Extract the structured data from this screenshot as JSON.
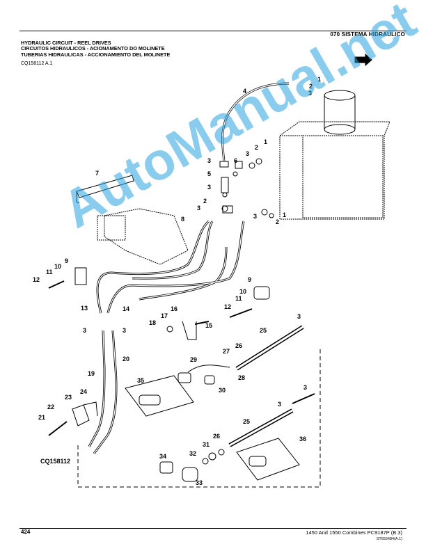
{
  "header": {
    "section": "070 SISTEMA HIDRAULICO",
    "titles": [
      "HYDRAULIC CIRCUIT - REEL DRIVES",
      "CIRCUITOS HIDRAULICOS - ACIONAMENTO DO MOLINETE",
      "TUBERIAS HIDRAULICAS - ACCIONAMIENTO DEL MOLINETE"
    ],
    "ref": "CQ158112 A.1"
  },
  "diagram": {
    "image_id": "CQ158112",
    "callouts": [
      {
        "n": "1"
      },
      {
        "n": "2"
      },
      {
        "n": "3"
      },
      {
        "n": "4"
      },
      {
        "n": "1"
      },
      {
        "n": "2"
      },
      {
        "n": "3"
      },
      {
        "n": "6"
      },
      {
        "n": "3"
      },
      {
        "n": "5"
      },
      {
        "n": "3"
      },
      {
        "n": "7"
      },
      {
        "n": "2"
      },
      {
        "n": "3"
      },
      {
        "n": "8"
      },
      {
        "n": "3"
      },
      {
        "n": "1"
      },
      {
        "n": "2"
      },
      {
        "n": "9"
      },
      {
        "n": "10"
      },
      {
        "n": "11"
      },
      {
        "n": "12"
      },
      {
        "n": "9"
      },
      {
        "n": "10"
      },
      {
        "n": "11"
      },
      {
        "n": "12"
      },
      {
        "n": "13"
      },
      {
        "n": "14"
      },
      {
        "n": "16"
      },
      {
        "n": "17"
      },
      {
        "n": "18"
      },
      {
        "n": "15"
      },
      {
        "n": "3"
      },
      {
        "n": "3"
      },
      {
        "n": "3"
      },
      {
        "n": "25"
      },
      {
        "n": "26"
      },
      {
        "n": "27"
      },
      {
        "n": "28"
      },
      {
        "n": "29"
      },
      {
        "n": "30"
      },
      {
        "n": "20"
      },
      {
        "n": "19"
      },
      {
        "n": "35"
      },
      {
        "n": "24"
      },
      {
        "n": "23"
      },
      {
        "n": "22"
      },
      {
        "n": "21"
      },
      {
        "n": "3"
      },
      {
        "n": "3"
      },
      {
        "n": "25"
      },
      {
        "n": "26"
      },
      {
        "n": "31"
      },
      {
        "n": "36"
      },
      {
        "n": "34"
      },
      {
        "n": "32"
      },
      {
        "n": "33"
      }
    ]
  },
  "watermark": "AutoManual.net",
  "footer": {
    "page": "424",
    "text": "1450 And 1550 Combines   PC9187P    (B.3)",
    "serial": "ST655484(A.1)"
  }
}
